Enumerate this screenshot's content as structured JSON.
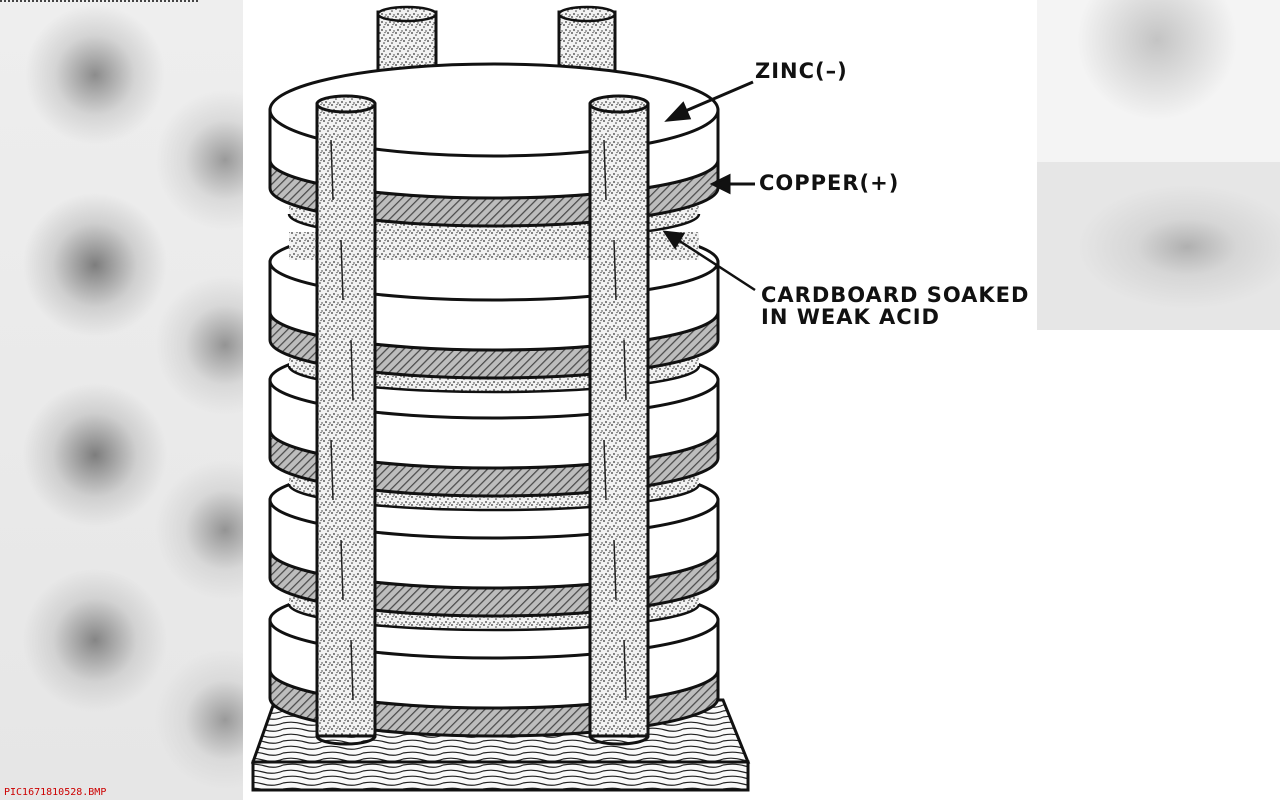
{
  "labels": {
    "zinc": "ZINC(–)",
    "copper": "COPPER(+)",
    "cardboard_line1": "CARDBOARD SOAKED",
    "cardboard_line2": "IN WEAK ACID"
  },
  "file_name": "PIC1671810528.BMP",
  "colors": {
    "ink": "#111111",
    "copper_hatch": "#555555",
    "file_label": "#cc0000",
    "background_grey": "#e6e6e6"
  },
  "icons": {
    "zinc_arrow": "arrow-icon",
    "copper_arrow": "arrow-icon",
    "cardboard_arrow": "arrow-icon"
  }
}
